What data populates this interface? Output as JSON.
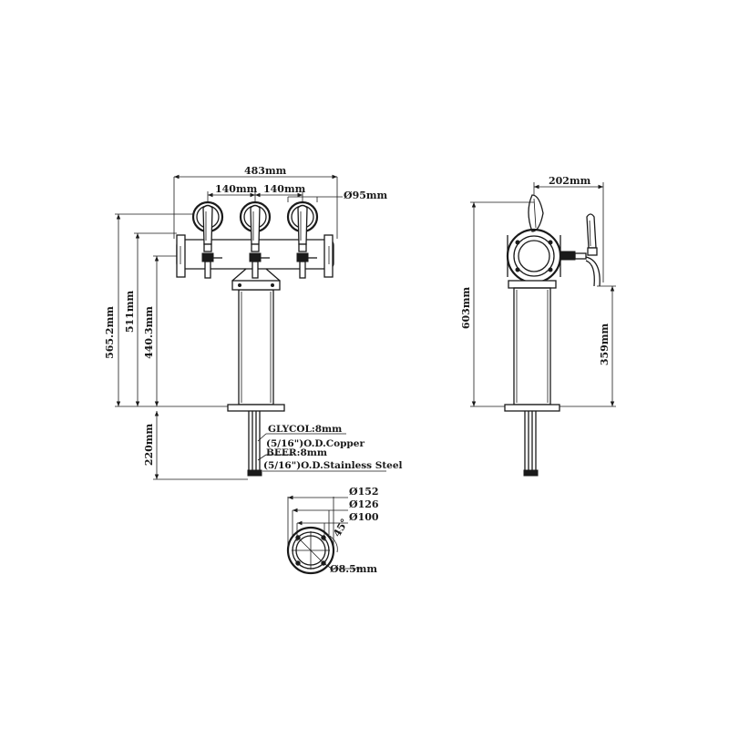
{
  "front_view": {
    "dim_total_width": "483mm",
    "dim_spacing_left": "140mm",
    "dim_spacing_right": "140mm",
    "dim_disc_diameter": "Ø95mm",
    "dim_height_total": "565.2mm",
    "dim_height_body": "511mm",
    "dim_height_column": "440.3mm",
    "dim_shank_length": "220mm"
  },
  "side_view": {
    "dim_depth": "202mm",
    "dim_height_total": "603mm",
    "dim_height_spout": "359mm"
  },
  "notes": {
    "glycol_line": "GLYCOL:8mm",
    "glycol_spec": "(5/16\")O.D.Copper",
    "beer_line": "BEER:8mm",
    "beer_spec": "(5/16\")O.D.Stainless Steel"
  },
  "base_detail": {
    "dim_outer": "Ø152",
    "dim_bolt_circle": "Ø126",
    "dim_inner": "Ø100",
    "dim_angle": "45°",
    "dim_hole": "Ø8.5mm"
  }
}
